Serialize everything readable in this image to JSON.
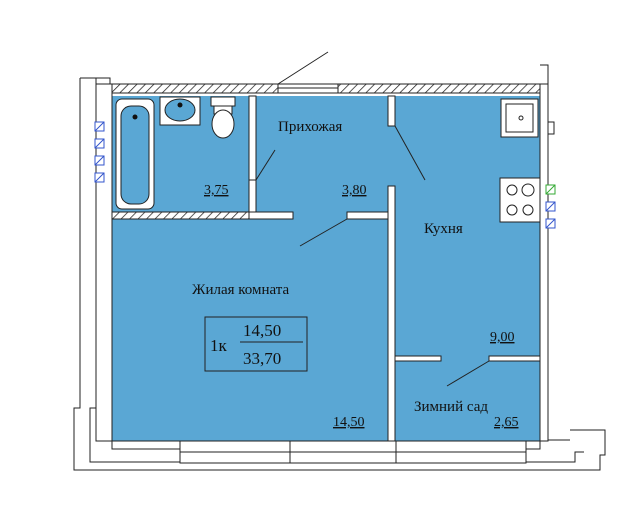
{
  "plan": {
    "rooms": {
      "hall": {
        "name": "Прихожая",
        "area": "3,80"
      },
      "bathroom": {
        "area": "3,75"
      },
      "living": {
        "name": "Жилая комната",
        "area": "14,50"
      },
      "kitchen": {
        "name": "Кухня",
        "area": "9,00"
      },
      "winter_garden": {
        "name": "Зимний сад",
        "area": "2,65"
      }
    },
    "summary": {
      "rooms_label": "1к",
      "living_area": "14,50",
      "total_area": "33,70"
    },
    "colors": {
      "room_fill": "#5aa7d4",
      "wall_fill": "#ffffff",
      "line": "#222222",
      "vent_blue": "#3355cc",
      "vent_green": "#33aa33"
    }
  }
}
